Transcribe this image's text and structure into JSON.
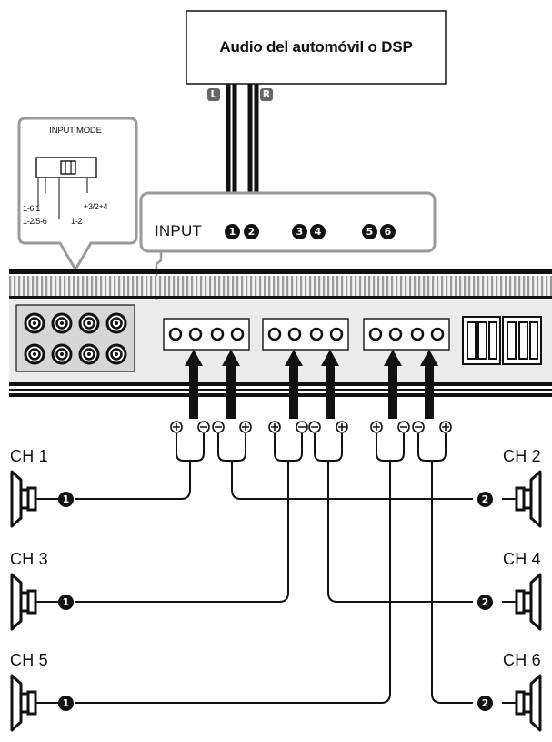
{
  "source": {
    "title": "Audio del automóvil o DSP",
    "left_tag": "L",
    "right_tag": "R"
  },
  "input_mode": {
    "title": "INPUT MODE",
    "options": [
      "1-6 1",
      "1-2/5-6",
      "1-2",
      "+3/2+4"
    ]
  },
  "input": {
    "label": "INPUT",
    "numbers": [
      "1",
      "2",
      "3",
      "4",
      "5",
      "6"
    ]
  },
  "polarity": {
    "plus": "+",
    "minus": "−"
  },
  "channels": [
    {
      "label": "CH 1",
      "badge": "1"
    },
    {
      "label": "CH 2",
      "badge": "2"
    },
    {
      "label": "CH 3",
      "badge": "1"
    },
    {
      "label": "CH 4",
      "badge": "2"
    },
    {
      "label": "CH 5",
      "badge": "1"
    },
    {
      "label": "CH 6",
      "badge": "2"
    }
  ],
  "colors": {
    "ink": "#111111",
    "panel_outline": "#9a9a9a",
    "device_body": "#cfcfcf"
  }
}
